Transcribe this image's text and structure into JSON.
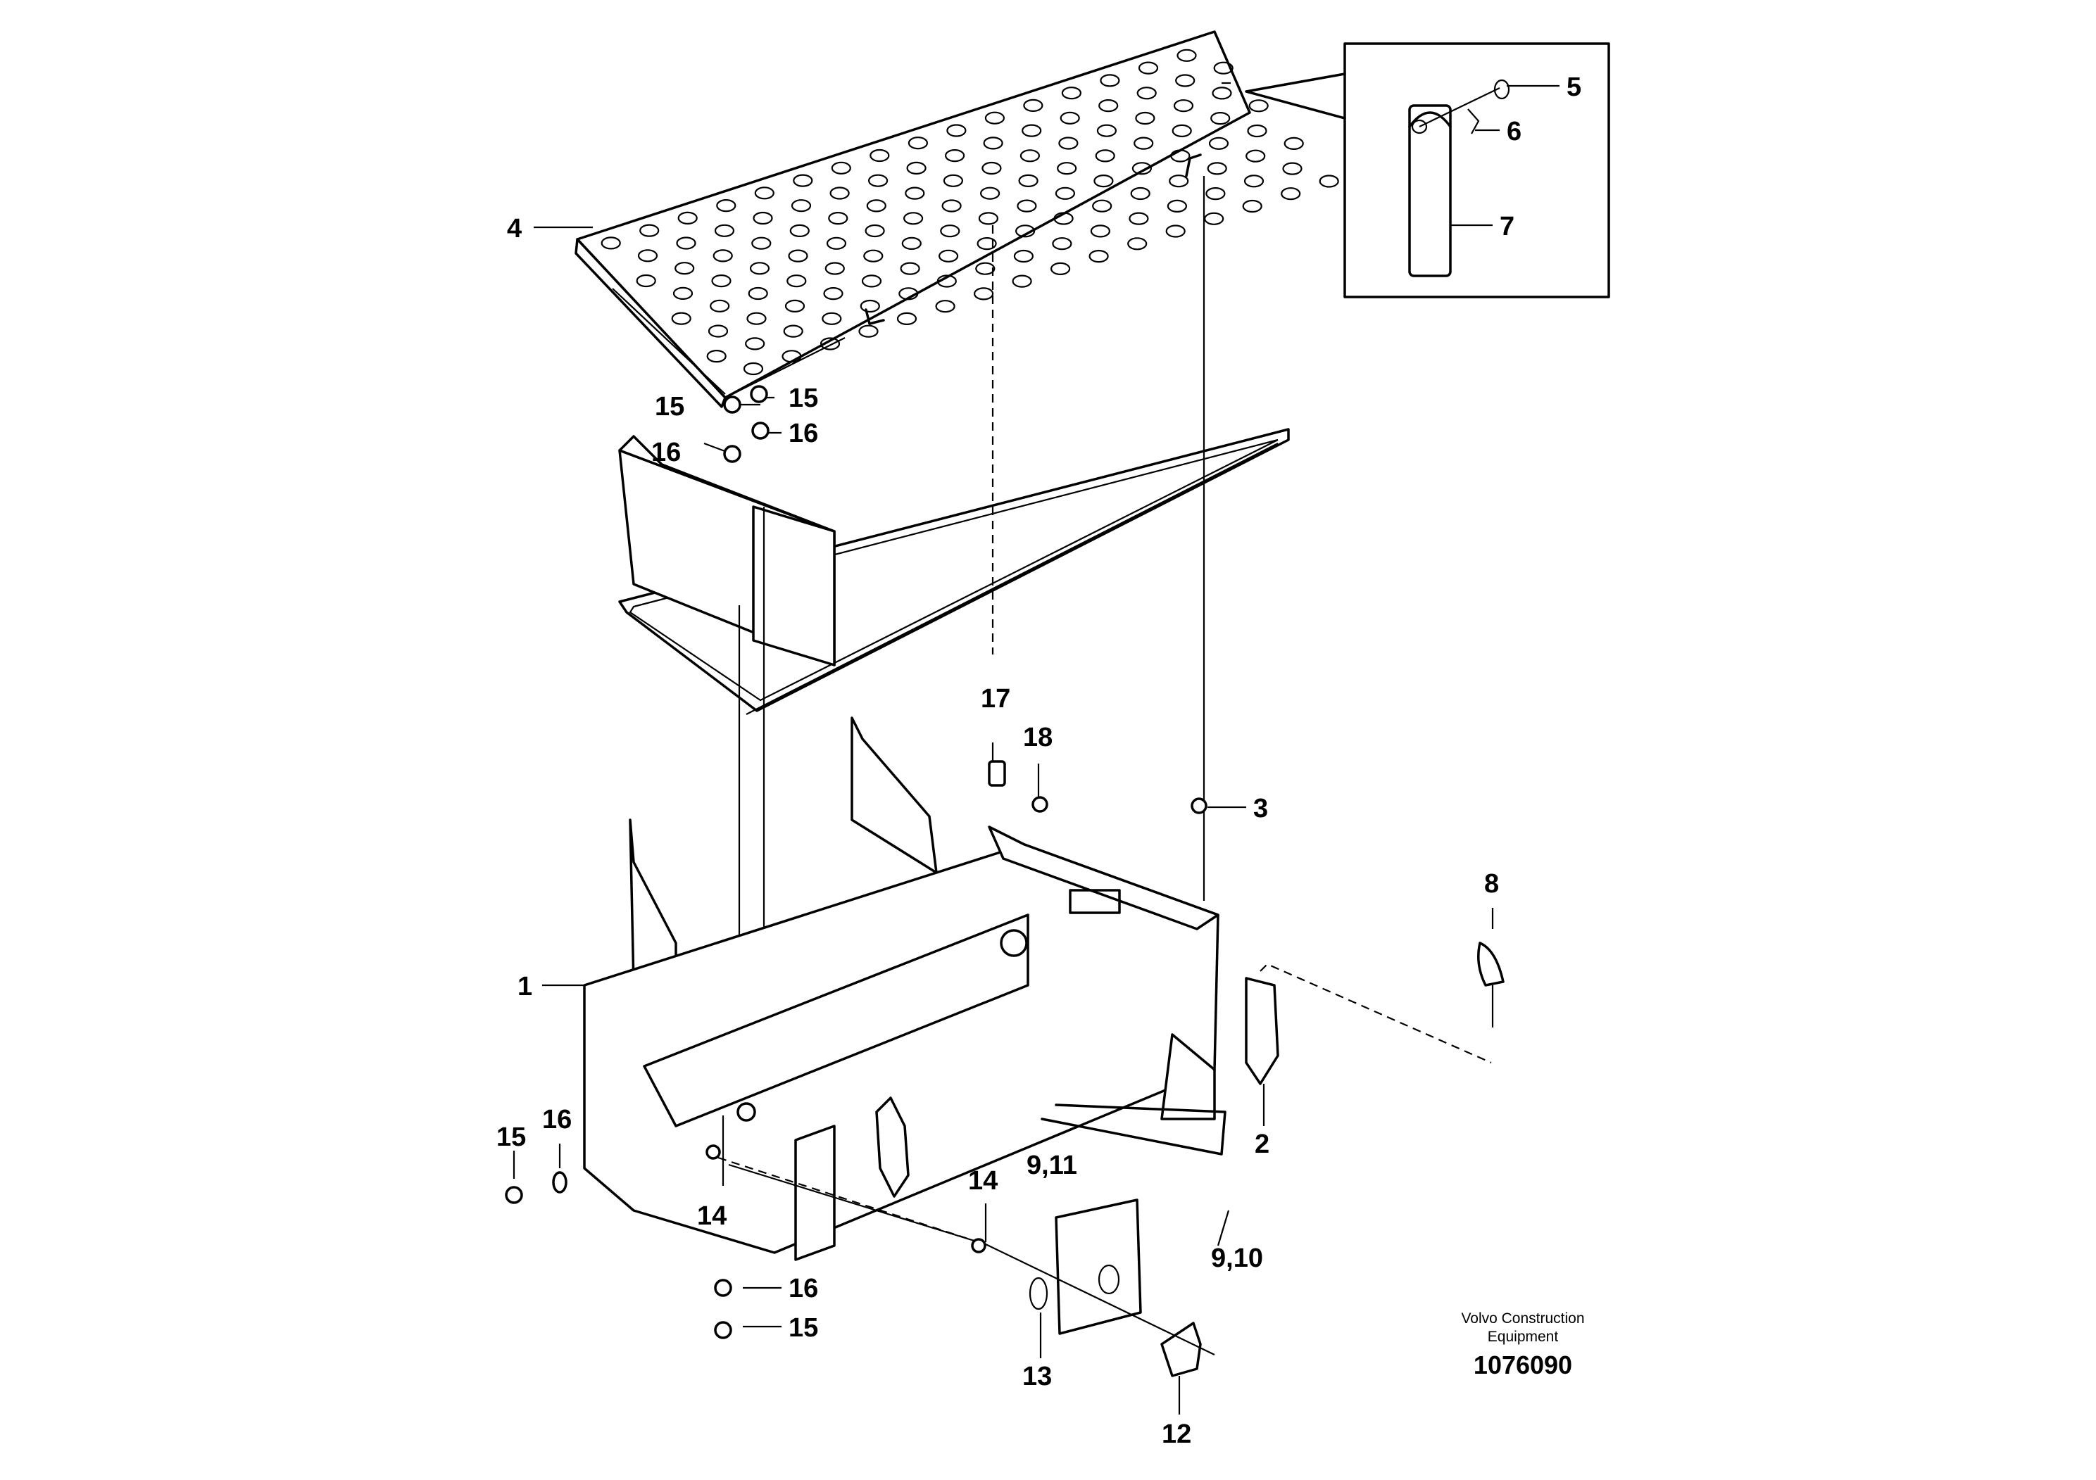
{
  "labels": {
    "l1": "1",
    "l2": "2",
    "l3": "3",
    "l4": "4",
    "l5": "5",
    "l6": "6",
    "l7": "7",
    "l8": "8",
    "l9_10": "9,10",
    "l9_11": "9,11",
    "l12": "12",
    "l13": "13",
    "l14a": "14",
    "l14b": "14",
    "l15a": "15",
    "l15b": "15",
    "l15c": "15",
    "l15d": "15",
    "l16a": "16",
    "l16b": "16",
    "l16c": "16",
    "l16d": "16",
    "l17": "17",
    "l18": "18"
  },
  "footer": {
    "brand_line1": "Volvo Construction",
    "brand_line2": "Equipment",
    "drawing_number": "1076090"
  }
}
